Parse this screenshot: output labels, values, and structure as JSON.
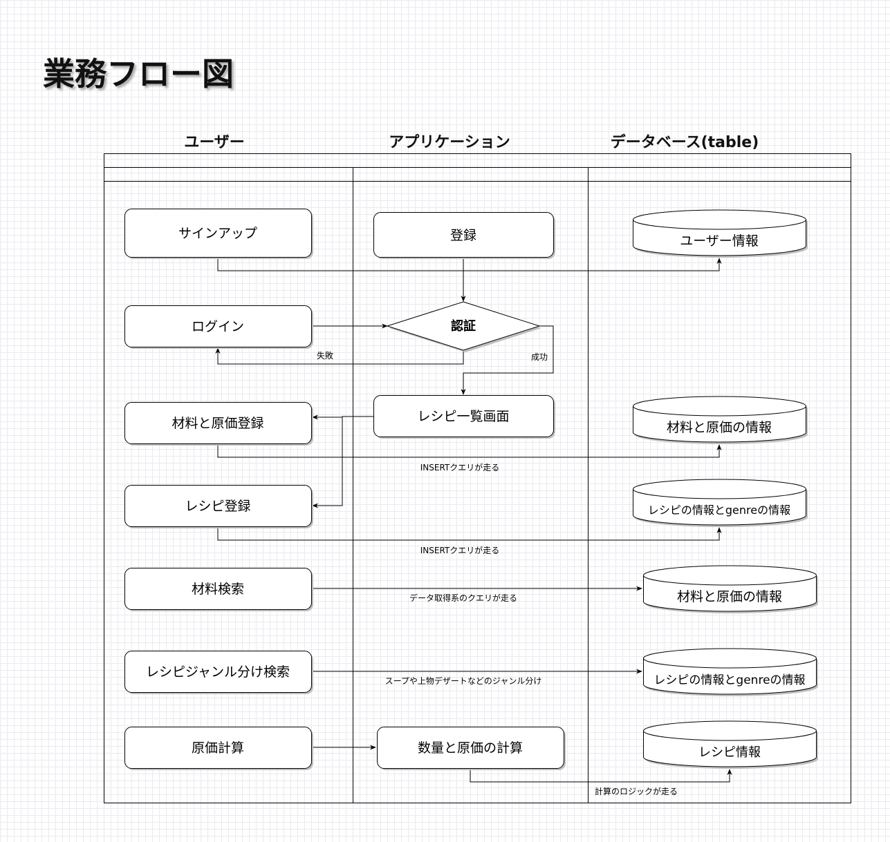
{
  "title": "業務フロー図",
  "lanes": [
    "ユーザー",
    "アプリケーション",
    "データベース(table)"
  ],
  "nodes": {
    "signup": "サインアップ",
    "register": "登録",
    "user_info_db": "ユーザー情報",
    "login": "ログイン",
    "auth": "認証",
    "recipe_list": "レシピ一覧画面",
    "ingredient_cost_register": "材料と原価登録",
    "ingredient_cost_db_1": "材料と原価の情報",
    "recipe_register": "レシピ登録",
    "recipe_genre_db_1": "レシピの情報とgenreの情報",
    "ingredient_search": "材料検索",
    "ingredient_cost_db_2": "材料と原価の情報",
    "recipe_genre_search": "レシピジャンル分け検索",
    "recipe_genre_db_2": "レシピの情報とgenreの情報",
    "cost_calc": "原価計算",
    "qty_cost_calc": "数量と原価の計算",
    "recipe_info_db": "レシピ情報"
  },
  "edge_labels": {
    "fail": "失敗",
    "success": "成功",
    "insert_1": "INSERTクエリが走る",
    "insert_2": "INSERTクエリが走る",
    "data_fetch": "データ取得系のクエリが走る",
    "genre_split": "スープや上物デザートなどのジャンル分け",
    "calc_logic": "計算のロジックが走る"
  },
  "colors": {
    "stroke": "#000000",
    "shadow": "#bfbfbf",
    "grid": "#eaeaf0"
  }
}
